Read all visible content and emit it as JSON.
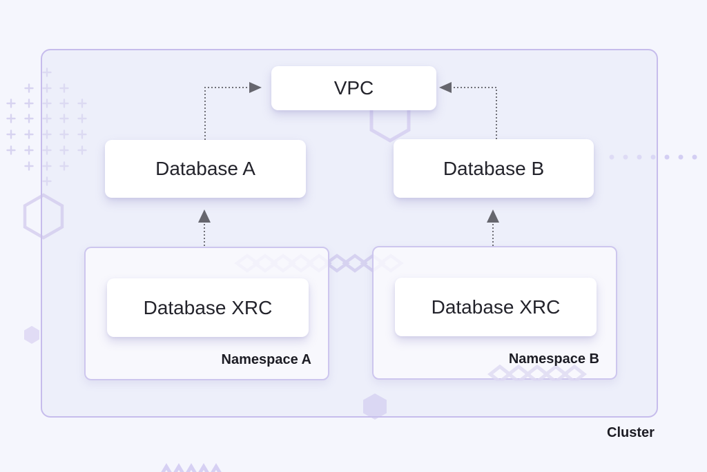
{
  "diagram": {
    "cluster": {
      "label": "Cluster"
    },
    "vpc": {
      "label": "VPC"
    },
    "database_a": {
      "label": "Database A"
    },
    "database_b": {
      "label": "Database B"
    },
    "namespace_a": {
      "label": "Namespace A",
      "xrc": {
        "label": "Database XRC"
      }
    },
    "namespace_b": {
      "label": "Namespace B",
      "xrc": {
        "label": "Database XRC"
      }
    }
  },
  "colors": {
    "page_background": "#f5f6fd",
    "cluster_fill": "#edeffa",
    "cluster_border": "#c6bcec",
    "namespace_border": "#cdc6ee",
    "node_fill": "#ffffff",
    "arrow_line": "#6e6e76",
    "arrow_head": "#66666e",
    "decoration_purple": "#d5cdf1",
    "text_dark": "#23232b"
  }
}
